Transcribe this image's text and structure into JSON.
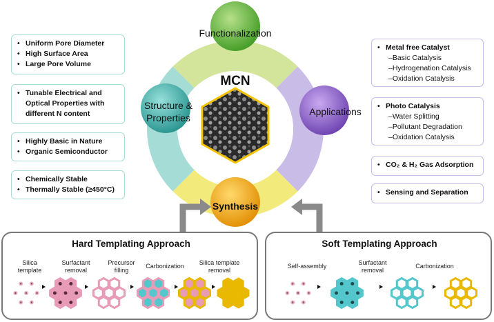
{
  "center": {
    "label": "MCN"
  },
  "nodes": {
    "functionalization": "Functionalization",
    "structure": [
      "Structure &",
      "Properties"
    ],
    "applications": "Applications",
    "synthesis": "Synthesis"
  },
  "left_boxes": [
    {
      "items": [
        "Uniform Pore Diameter",
        "High Surface Area",
        "Large Pore Volume"
      ]
    },
    {
      "items": [
        "Tunable Electrical and Optical Properties with different N content"
      ]
    },
    {
      "items": [
        "Highly Basic in Nature",
        "Organic Semiconductor"
      ]
    },
    {
      "items": [
        "Chemically Stable",
        "Thermally Stable (≥450°C)"
      ]
    }
  ],
  "right_boxes": [
    {
      "head": "Metal free Catalyst",
      "subs": [
        "Basic Catalysis",
        "Hydrogenation Catalysis",
        "Oxidation Catalysis"
      ]
    },
    {
      "head": "Photo Catalysis",
      "subs": [
        "Water Splitting",
        "Pollutant Degradation",
        "Oxidation Catalysis"
      ]
    },
    {
      "head_html": "CO₂ & H₂ Gas Adsorption"
    },
    {
      "head": "Sensing and Separation"
    }
  ],
  "hard": {
    "title": "Hard Templating Approach",
    "steps": [
      [
        "Silica",
        "template"
      ],
      [
        "Surfactant",
        "removal"
      ],
      [
        "Precursor",
        "filling"
      ],
      [
        "Carbonization"
      ],
      [
        "Silica template",
        "removal"
      ]
    ]
  },
  "soft": {
    "title": "Soft Templating Approach",
    "steps": [
      [
        "Self-assembly"
      ],
      [
        "Surfactant",
        "removal"
      ],
      [
        "Carbonization"
      ]
    ]
  },
  "colors": {
    "ring_top": "#d3e59a",
    "ring_left": "#a6dcd6",
    "ring_right": "#c9bde8",
    "ring_bottom": "#f3ea7c",
    "green": "#59b33a",
    "teal": "#3aa9a4",
    "purple": "#8b62c6",
    "orange": "#f0a300",
    "pink": "#e89bb6",
    "cyan": "#53c7cc",
    "gold": "#e8b900"
  }
}
